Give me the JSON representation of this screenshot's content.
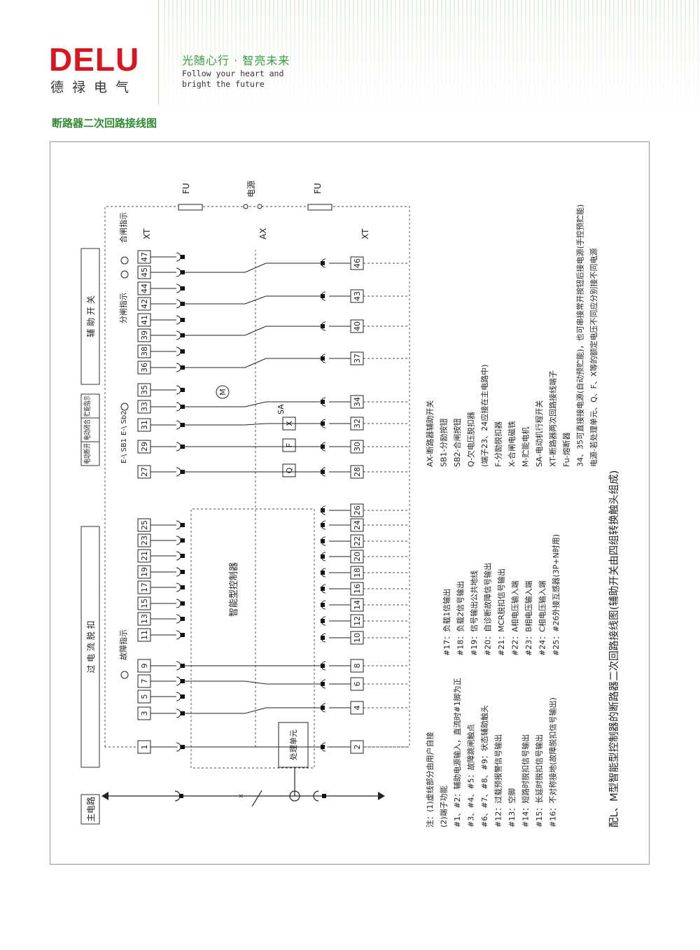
{
  "header": {
    "logo": "DELU",
    "logo_cn": "德禄电气",
    "slogan_cn": "光随心行 · 智亮未来",
    "slogan_en_1": "Follow your heart and",
    "slogan_en_2": "bright the future",
    "section_title": "断路器二次回路接线图"
  },
  "colors": {
    "brand_red": "#d7161f",
    "accent_green": "#3d9a3f"
  },
  "diagram": {
    "groups": {
      "main_circuit": "主电路",
      "overcurrent": "过 电 流 脱 扣",
      "elec_open": "电动断开",
      "elec_close": "电动闭合",
      "storage_ind": "贮能指示",
      "aux_switch": "辅 助 开 关"
    },
    "labels": {
      "fault_ind": "故障指示",
      "open_ind": "分闸指示",
      "close_ind": "合闸指示",
      "e_sb1": "E-\\ SB1",
      "e_sb2": "E-\\ Sb2",
      "xt_left": "XT",
      "xt_right": "XT",
      "ax": "AX",
      "fu_left": "FU",
      "fu_right": "FU",
      "power": "电源",
      "sa": "SA",
      "controller": "智能型控制器",
      "proc_unit": "处理单元",
      "coil_q": "Q",
      "coil_f": "F",
      "coil_x": "X",
      "motor": "M"
    },
    "left_terminals": [
      "1",
      "3",
      "5",
      "7",
      "9",
      "11",
      "13",
      "15",
      "17",
      "19",
      "21",
      "23",
      "25",
      "27",
      "29",
      "31",
      "33",
      "35",
      "36",
      "38",
      "39",
      "41",
      "42",
      "44",
      "45",
      "47"
    ],
    "right_terminals": [
      "2",
      "4",
      "6",
      "8",
      "10",
      "12",
      "14",
      "16",
      "18",
      "20",
      "22",
      "24",
      "26",
      "28",
      "30",
      "32",
      "34",
      "37",
      "40",
      "43",
      "46"
    ]
  },
  "notes": {
    "col1": [
      "注：(1)虚线部分由用户自接",
      "(2)端子功能",
      "#1、#2：辅助电源输入，直流时#1脚为正",
      "#3、#4、#5：故障跳闸触点",
      "#6、#7、#8、#9：状态辅助触头",
      "#12：过载预报警信号输出",
      "#13：空脚",
      "#14：短路时脱扣信号输出",
      "#15：长延时脱扣信号输出",
      "#16：不对称接地(故障脱扣信号输出)"
    ],
    "col2": [
      "#17：负载1信输出",
      "#18：负载2信号输出",
      "#19：信号输出公共地线",
      "#20：自诊断故障信号输出",
      "#21：MCR脱扣信号输出",
      "#22：A相电压输入端",
      "#23：B相电压输入端",
      "#24：C相电压输入端",
      "#25：#26外接互感器(3P+N时用)"
    ],
    "col3": [
      "AX-断路器辅助开关",
      "SB1-分励按钮",
      "SB2-合闸按钮",
      "Q-欠电压脱扣器",
      "(端子23、24应接在主电路中)",
      "F-分励脱扣器",
      "X-合闸电磁铁",
      "M-贮能电机",
      "SA-电动机行程开关",
      "XT-断路器两次回路接线端子",
      "Fu-熔断器",
      "34、35可直接接电源(自动预贮能)，也可串接常开按钮后接电源(手控预贮能)",
      "电源-若处理单元、Q、F、X等的额定电压不同应分别接不同电源"
    ],
    "caption": "配L、M型智能型控制器的断路器二次回路接线图(辅助开关由四组转换触头组成)"
  }
}
